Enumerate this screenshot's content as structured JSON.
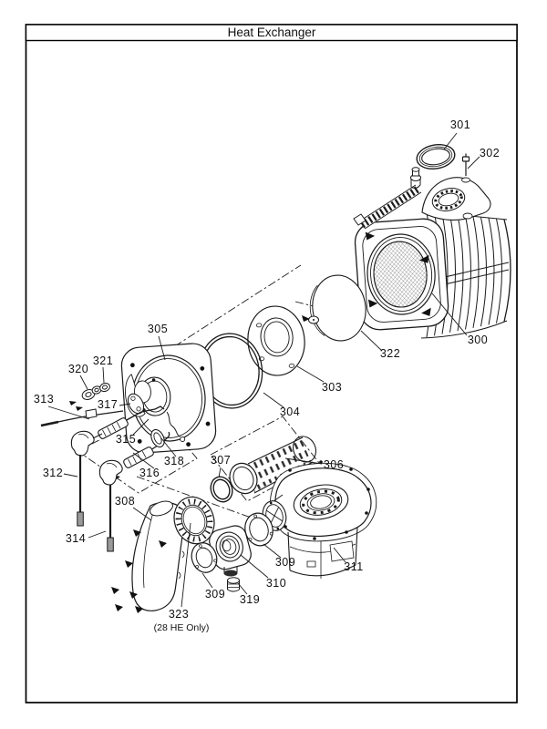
{
  "title": "Heat Exchanger",
  "note": "(28 HE Only)",
  "callouts": {
    "300": "300",
    "301": "301",
    "302": "302",
    "303": "303",
    "304": "304",
    "305": "305",
    "306": "306",
    "307": "307",
    "308": "308",
    "309": "309",
    "310": "310",
    "311": "311",
    "312": "312",
    "313": "313",
    "314": "314",
    "315": "315",
    "316": "316",
    "317": "317",
    "318": "318",
    "319": "319",
    "320": "320",
    "321": "321",
    "322": "322",
    "323": "323"
  },
  "colors": {
    "ink": "#1b1b1b",
    "paper": "#ffffff"
  }
}
